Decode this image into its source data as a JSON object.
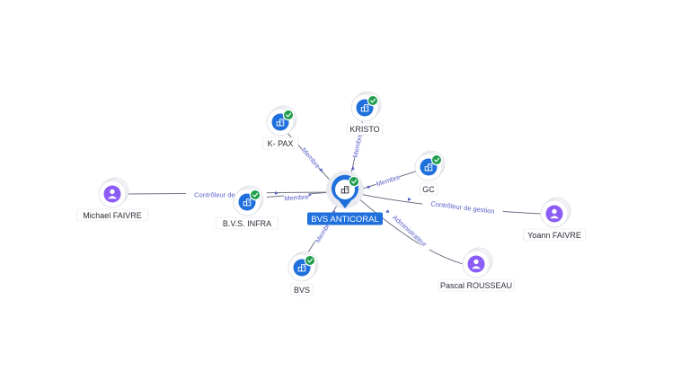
{
  "colors": {
    "company": "#1f6fdc",
    "person": "#8b5cf6",
    "check": "#1e9e4a",
    "edge": "#6f7484",
    "edge_label": "#5a63c8"
  },
  "center": {
    "label": "BVS ANTICORAL",
    "icon": "building-icon",
    "verified": true
  },
  "nodes": [
    {
      "id": "kpax",
      "label": "K- PAX",
      "type": "company",
      "icon": "building-icon",
      "verified": true
    },
    {
      "id": "kristo",
      "label": "KRISTO",
      "type": "company",
      "icon": "building-icon",
      "verified": true
    },
    {
      "id": "gc",
      "label": "GC",
      "type": "company",
      "icon": "building-icon",
      "verified": true
    },
    {
      "id": "bvsinfra",
      "label": "B.V.S. INFRA",
      "type": "company",
      "icon": "building-icon",
      "verified": true
    },
    {
      "id": "bvs",
      "label": "BVS",
      "type": "company",
      "icon": "building-icon",
      "verified": true
    },
    {
      "id": "michael",
      "label": "Michael FAIVRE",
      "type": "person",
      "icon": "person-icon",
      "verified": false
    },
    {
      "id": "yoann",
      "label": "Yoann FAIVRE",
      "type": "person",
      "icon": "person-icon",
      "verified": false
    },
    {
      "id": "pascal",
      "label": "Pascal ROUSSEAU",
      "type": "person",
      "icon": "person-icon",
      "verified": false
    }
  ],
  "edges": [
    {
      "from": "kpax",
      "to": "center",
      "label": "Membre"
    },
    {
      "from": "kristo",
      "to": "center",
      "label": "Membre"
    },
    {
      "from": "gc",
      "to": "center",
      "label": "Membre"
    },
    {
      "from": "bvsinfra",
      "to": "center",
      "label": "Membre"
    },
    {
      "from": "bvs",
      "to": "center",
      "label": "Membre"
    },
    {
      "from": "michael",
      "to": "center",
      "label": "Contrôleur de gestion"
    },
    {
      "from": "yoann",
      "to": "center",
      "label": "Contrôleur de gestion"
    },
    {
      "from": "pascal",
      "to": "center",
      "label": "Administrateur"
    }
  ]
}
